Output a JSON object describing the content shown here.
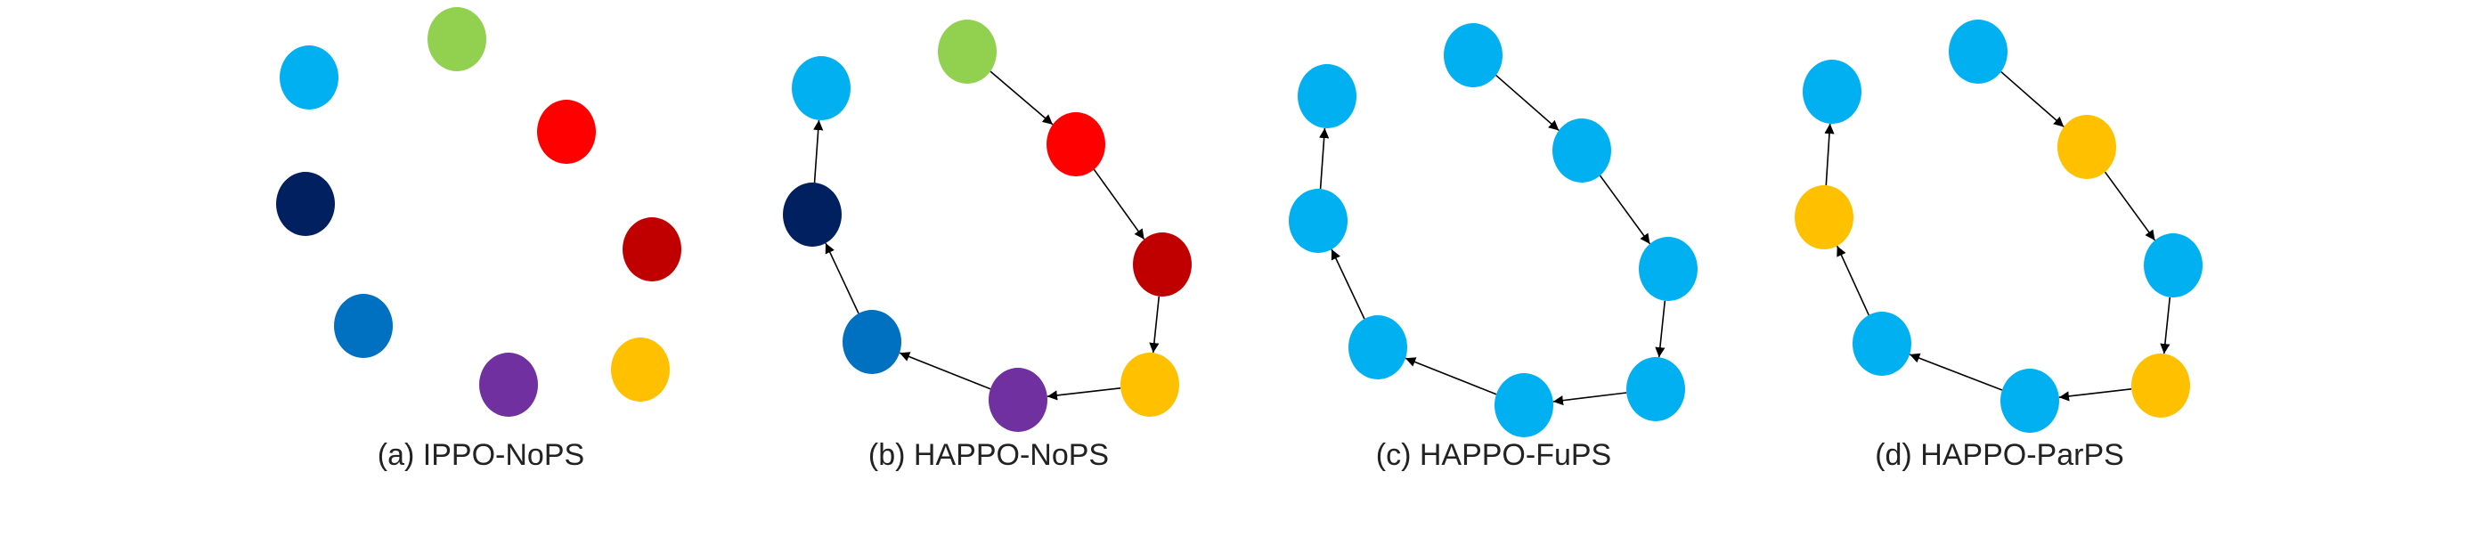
{
  "colors": {
    "light_blue": "#00B0F0",
    "green": "#92D050",
    "red": "#FF0000",
    "dark_navy": "#002060",
    "dark_red": "#C00000",
    "blue": "#0070C0",
    "purple": "#7030A0",
    "gold": "#FFC000"
  },
  "panels": [
    {
      "id": "a",
      "caption": "(a) IPPO-NoPS",
      "nodes": [
        "light_blue",
        "green",
        "red",
        "dark_navy",
        "dark_red",
        "blue",
        "purple",
        "gold"
      ],
      "edges": []
    },
    {
      "id": "b",
      "caption": "(b) HAPPO-NoPS",
      "nodes": [
        "light_blue",
        "green",
        "red",
        "dark_navy",
        "dark_red",
        "blue",
        "purple",
        "gold"
      ],
      "edges": [
        [
          1,
          2
        ],
        [
          2,
          4
        ],
        [
          4,
          7
        ],
        [
          7,
          6
        ],
        [
          6,
          5
        ],
        [
          5,
          3
        ],
        [
          3,
          0
        ]
      ]
    },
    {
      "id": "c",
      "caption": "(c) HAPPO-FuPS",
      "nodes": [
        "light_blue",
        "light_blue",
        "light_blue",
        "light_blue",
        "light_blue",
        "light_blue",
        "light_blue",
        "light_blue"
      ],
      "edges": [
        [
          1,
          2
        ],
        [
          2,
          4
        ],
        [
          4,
          7
        ],
        [
          7,
          6
        ],
        [
          6,
          5
        ],
        [
          5,
          3
        ],
        [
          3,
          0
        ]
      ]
    },
    {
      "id": "d",
      "caption": "(d) HAPPO-ParPS",
      "nodes": [
        "light_blue",
        "light_blue",
        "gold",
        "gold",
        "light_blue",
        "light_blue",
        "light_blue",
        "gold"
      ],
      "edges": [
        [
          1,
          2
        ],
        [
          2,
          4
        ],
        [
          4,
          7
        ],
        [
          7,
          6
        ],
        [
          6,
          5
        ],
        [
          5,
          3
        ],
        [
          3,
          0
        ]
      ]
    }
  ]
}
